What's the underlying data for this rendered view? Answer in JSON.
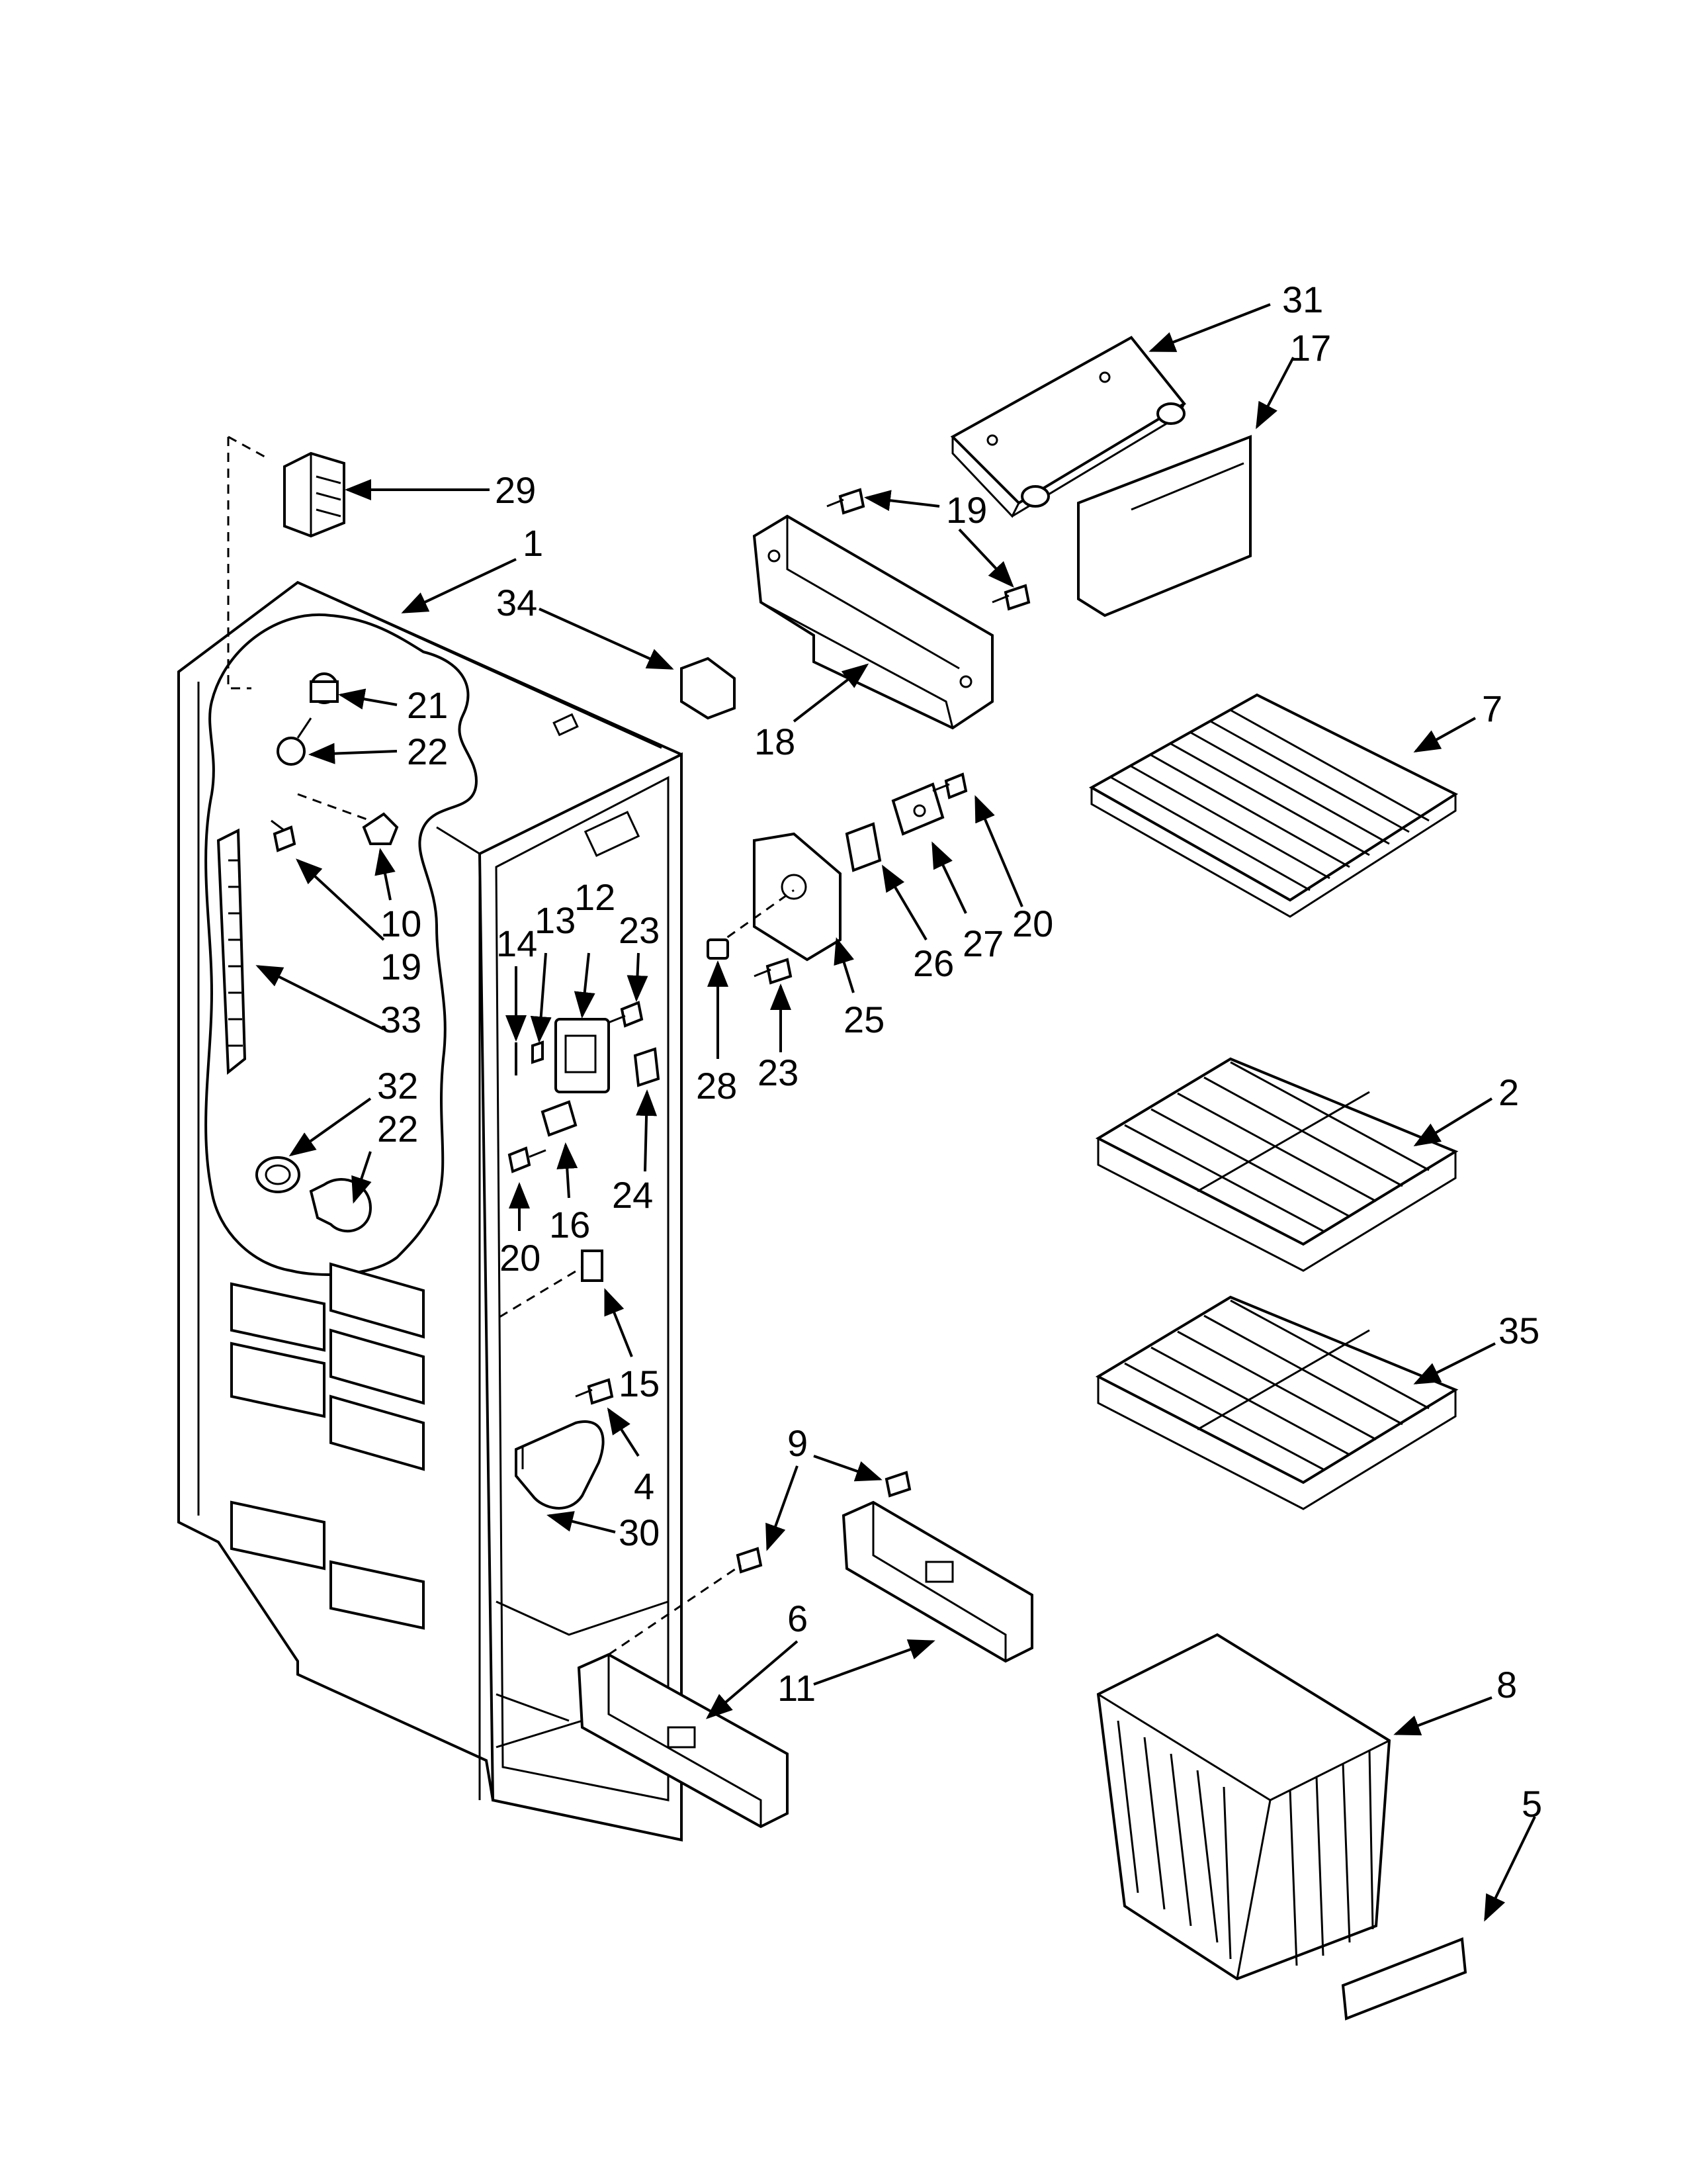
{
  "callouts": [
    {
      "id": "c31",
      "text": "31"
    },
    {
      "id": "c17",
      "text": "17"
    },
    {
      "id": "c29",
      "text": "29"
    },
    {
      "id": "c19a",
      "text": "19"
    },
    {
      "id": "c1",
      "text": "1"
    },
    {
      "id": "c34",
      "text": "34"
    },
    {
      "id": "c21",
      "text": "21"
    },
    {
      "id": "c22a",
      "text": "22"
    },
    {
      "id": "c18",
      "text": "18"
    },
    {
      "id": "c7",
      "text": "7"
    },
    {
      "id": "c10",
      "text": "10"
    },
    {
      "id": "c19b",
      "text": "19"
    },
    {
      "id": "c33",
      "text": "33"
    },
    {
      "id": "c20a",
      "text": "20"
    },
    {
      "id": "c27",
      "text": "27"
    },
    {
      "id": "c26",
      "text": "26"
    },
    {
      "id": "c14",
      "text": "14"
    },
    {
      "id": "c13",
      "text": "13"
    },
    {
      "id": "c12",
      "text": "12"
    },
    {
      "id": "c23a",
      "text": "23"
    },
    {
      "id": "c25",
      "text": "25"
    },
    {
      "id": "c28",
      "text": "28"
    },
    {
      "id": "c23b",
      "text": "23"
    },
    {
      "id": "c32",
      "text": "32"
    },
    {
      "id": "c22b",
      "text": "22"
    },
    {
      "id": "c2",
      "text": "2"
    },
    {
      "id": "c24",
      "text": "24"
    },
    {
      "id": "c16",
      "text": "16"
    },
    {
      "id": "c20b",
      "text": "20"
    },
    {
      "id": "c15",
      "text": "15"
    },
    {
      "id": "c35",
      "text": "35"
    },
    {
      "id": "c4",
      "text": "4"
    },
    {
      "id": "c9",
      "text": "9"
    },
    {
      "id": "c30",
      "text": "30"
    },
    {
      "id": "c6",
      "text": "6"
    },
    {
      "id": "c11",
      "text": "11"
    },
    {
      "id": "c8",
      "text": "8"
    },
    {
      "id": "c5",
      "text": "5"
    }
  ]
}
